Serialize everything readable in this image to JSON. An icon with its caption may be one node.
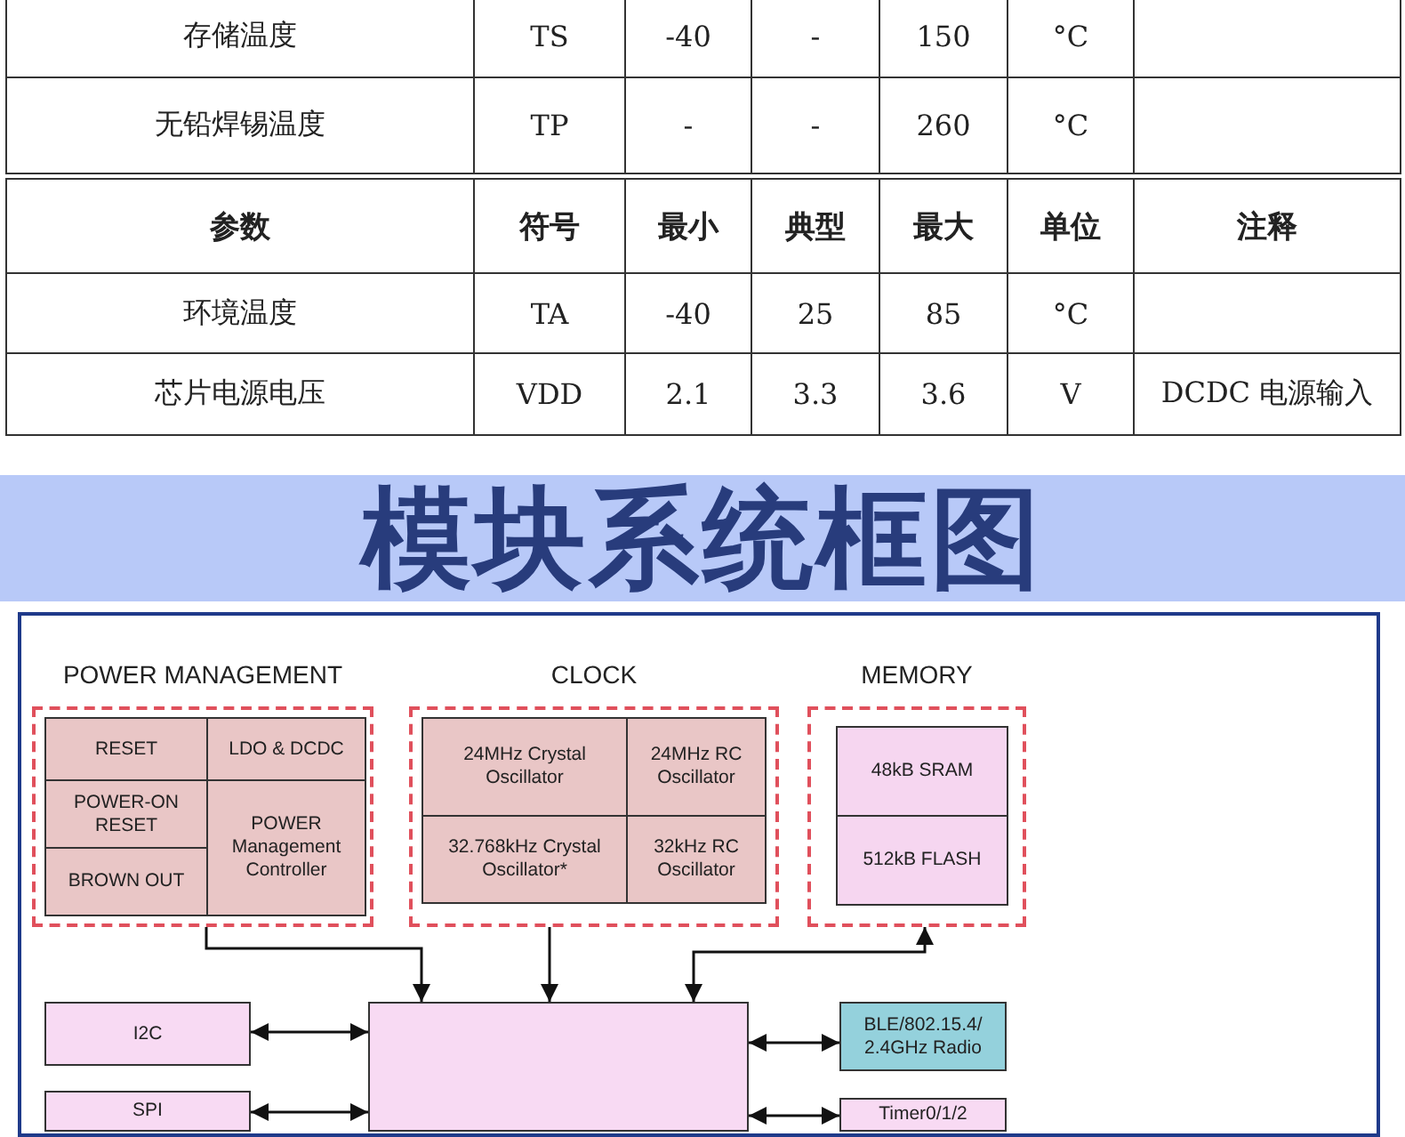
{
  "diagram": {
    "title": "模块系统框图",
    "nodes": [
      {
        "text": [
          "POWER MANAGEMENT"
        ]
      },
      {
        "text": [
          "RESET"
        ],
        "in": 0
      },
      {
        "text": [
          "LDO & DCDC"
        ],
        "in": 0
      },
      {
        "text": [
          "POWER-ON RESET"
        ],
        "in": 0
      },
      {
        "text": [
          "POWER Management Controller"
        ],
        "in": 0
      },
      {
        "text": [
          "BROWN OUT"
        ],
        "in": 0
      },
      {
        "text": [
          "CLOCK"
        ]
      },
      {
        "text": [
          "24MHz Crystal Oscillator"
        ],
        "in": 6
      },
      {
        "text": [
          "24MHz RC Oscillator"
        ],
        "in": 6
      },
      {
        "text": [
          "32.768kHz Crystal Oscillator*"
        ],
        "in": 6
      },
      {
        "text": [
          "32kHz RC Oscillator"
        ],
        "in": 6
      },
      {
        "text": [
          "MEMORY"
        ]
      },
      {
        "text": [
          "48kB SRAM"
        ],
        "in": 11
      },
      {
        "text": [
          "512kB FLASH"
        ],
        "in": 11
      },
      {
        "text": [
          "I2C"
        ]
      },
      {
        "text": [],
        "shape": "box"
      },
      {
        "text": [
          "BLE/802.15.4/ 2.4GHz Radio"
        ]
      },
      {
        "text": [
          "SPI"
        ]
      },
      {
        "text": [
          "Timer0/1/2"
        ]
      }
    ],
    "edges": [
      {
        "from": 0,
        "to": 15,
        "arrow": "to"
      },
      {
        "from": 6,
        "to": 15,
        "arrow": "to"
      },
      {
        "from": 15,
        "to": 11,
        "arrow": "both"
      },
      {
        "from": 14,
        "to": 15,
        "arrow": "both"
      },
      {
        "from": 15,
        "to": 16,
        "arrow": "both"
      },
      {
        "from": 17,
        "to": 15,
        "arrow": "both"
      },
      {
        "from": 15,
        "to": 18,
        "arrow": "both"
      }
    ],
    "labels": [
      "存储温度",
      "TS",
      "-40",
      "-",
      "150",
      "°C",
      "无铅焊锡温度",
      "TP",
      "-",
      "-",
      "260",
      "°C",
      "参数",
      "符号",
      "最小",
      "典型",
      "最大",
      "单位",
      "注释",
      "环境温度",
      "TA",
      "-40",
      "25",
      "85",
      "°C",
      "芯片电源电压",
      "VDD",
      "2.1",
      "3.3",
      "3.6",
      "V",
      "DCDC 电源输入"
    ]
  }
}
